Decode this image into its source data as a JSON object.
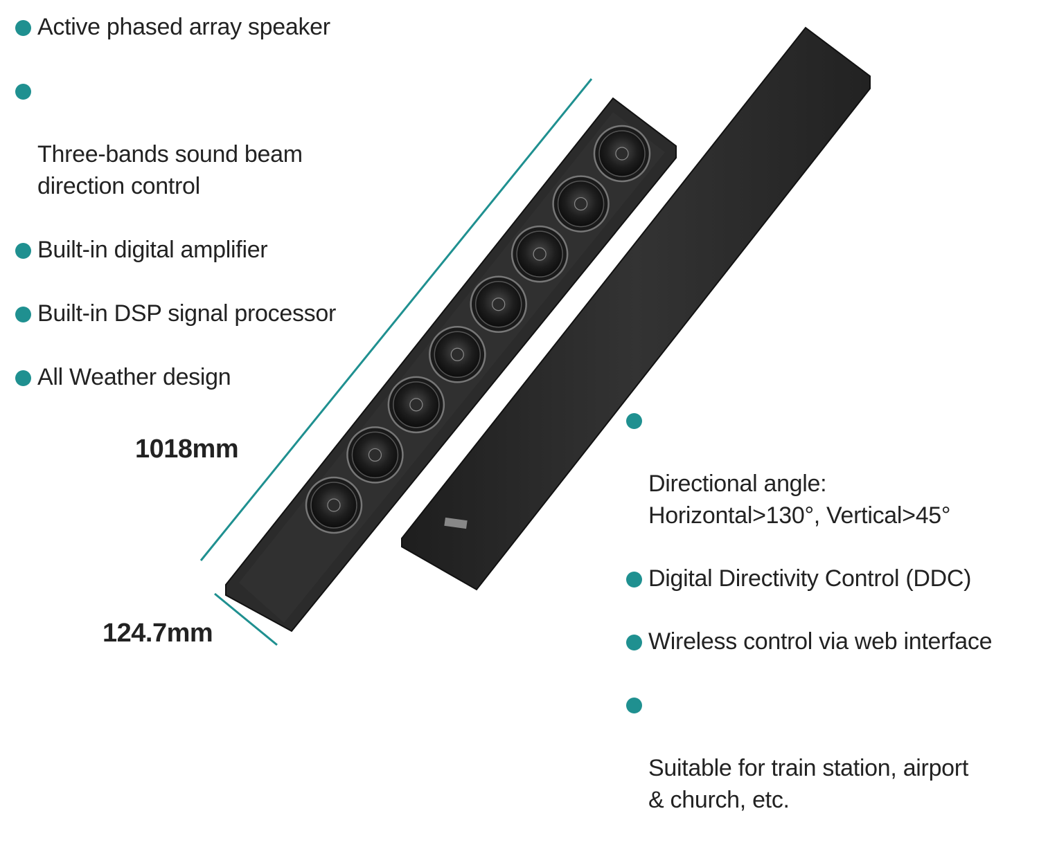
{
  "features_left": [
    "Active phased array speaker",
    "Three-bands sound beam\ndirection control",
    "Built-in digital amplifier",
    "Built-in DSP signal processor",
    "All Weather design"
  ],
  "features_right": [
    "Directional angle:\nHorizontal>130°, Vertical>45°",
    "Digital Directivity Control (DDC)",
    "Wireless control via web interface",
    "Suitable for train station, airport\n& church, etc."
  ],
  "dimensions": {
    "height": "1018mm",
    "width": "124.7mm"
  },
  "speaker": {
    "driver_count": 8
  },
  "colors": {
    "accent": "#1f9090",
    "speaker_body": "#2b2b2b",
    "text": "#222222"
  }
}
